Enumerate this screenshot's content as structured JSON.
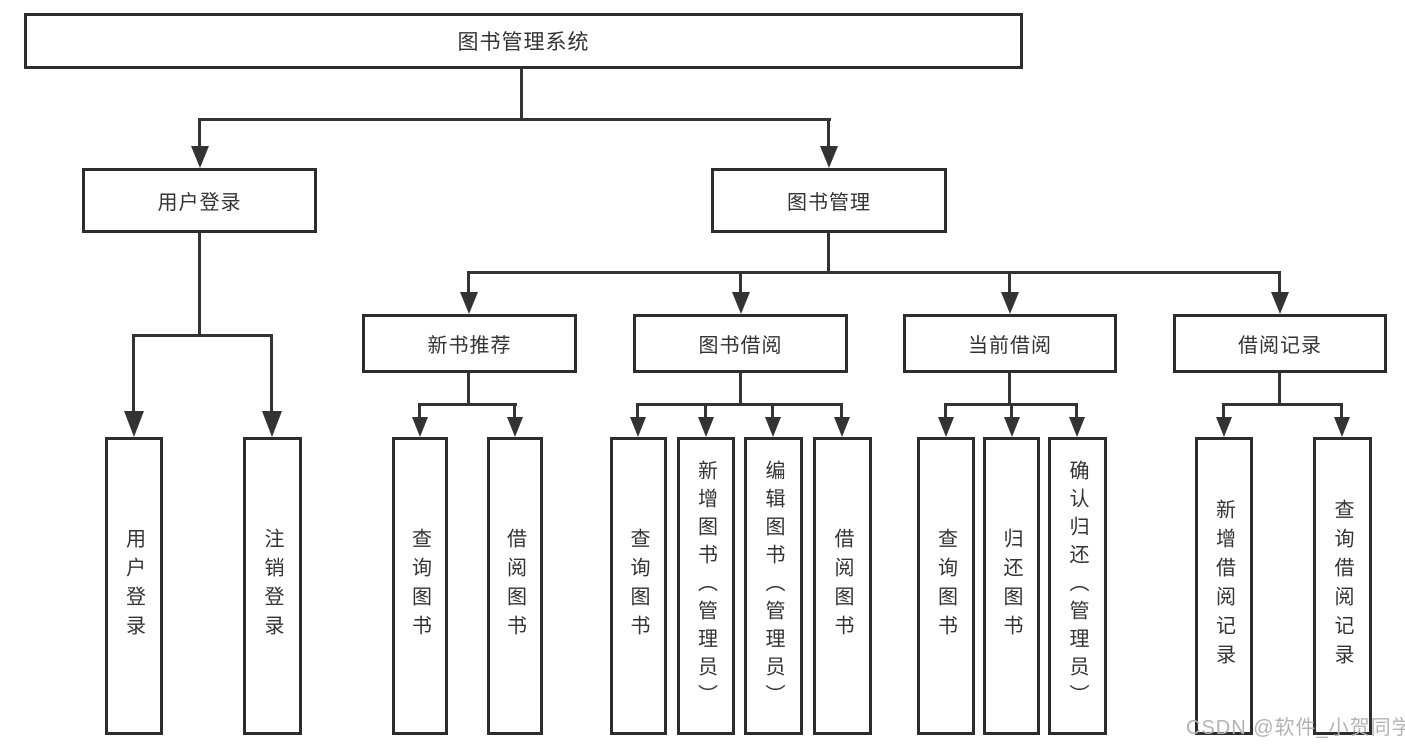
{
  "diagram_title": "图书管理系统",
  "nodes": {
    "root": {
      "label": "图书管理系统"
    },
    "level2": [
      {
        "label": "用户登录"
      },
      {
        "label": "图书管理"
      }
    ],
    "level3": [
      {
        "label": "新书推荐",
        "parent": "图书管理"
      },
      {
        "label": "图书借阅",
        "parent": "图书管理"
      },
      {
        "label": "当前借阅",
        "parent": "图书管理"
      },
      {
        "label": "借阅记录",
        "parent": "图书管理"
      }
    ],
    "leaves": [
      {
        "label": "用户登录",
        "parent": "用户登录"
      },
      {
        "label": "注销登录",
        "parent": "用户登录"
      },
      {
        "label": "查询图书",
        "parent": "新书推荐"
      },
      {
        "label": "借阅图书",
        "parent": "新书推荐"
      },
      {
        "label": "查询图书",
        "parent": "图书借阅"
      },
      {
        "label": "新增图书（管理员）",
        "parent": "图书借阅"
      },
      {
        "label": "编辑图书（管理员）",
        "parent": "图书借阅"
      },
      {
        "label": "借阅图书",
        "parent": "图书借阅"
      },
      {
        "label": "查询图书",
        "parent": "当前借阅"
      },
      {
        "label": "归还图书",
        "parent": "当前借阅"
      },
      {
        "label": "确认归还（管理员）",
        "parent": "当前借阅"
      },
      {
        "label": "新增借阅记录",
        "parent": "借阅记录"
      },
      {
        "label": "查询借阅记录",
        "parent": "借阅记录"
      }
    ]
  },
  "watermark": {
    "text": "CSDN @软件_小贺同学",
    "color": "#b3b3b3"
  },
  "colors": {
    "line": "#333333",
    "box_border": "#2d2d2d",
    "text": "#333333",
    "background": "#ffffff"
  }
}
